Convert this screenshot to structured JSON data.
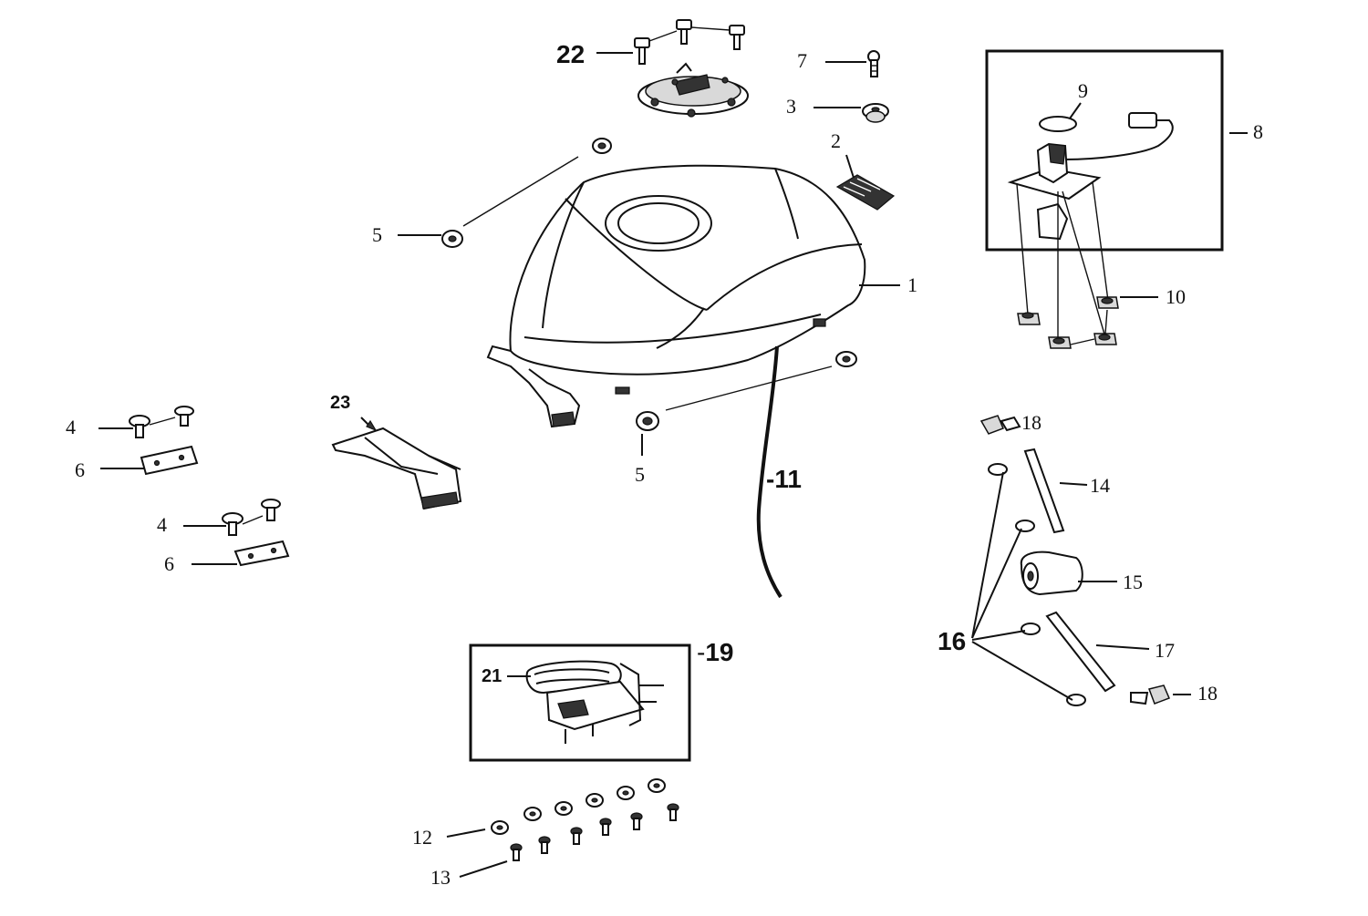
{
  "callouts": {
    "c1": "1",
    "c2": "2",
    "c3": "3",
    "c4a": "4",
    "c4b": "4",
    "c5a": "5",
    "c5b": "5",
    "c6a": "6",
    "c6b": "6",
    "c7": "7",
    "c8": "8",
    "c9": "9",
    "c10": "10",
    "c11": "-11",
    "c12": "12",
    "c13": "13",
    "c14": "14",
    "c15": "15",
    "c16": "16",
    "c17": "17",
    "c18a": "18",
    "c18b": "18",
    "c19": "19",
    "c21": "21",
    "c22": "22",
    "c23": "23"
  }
}
